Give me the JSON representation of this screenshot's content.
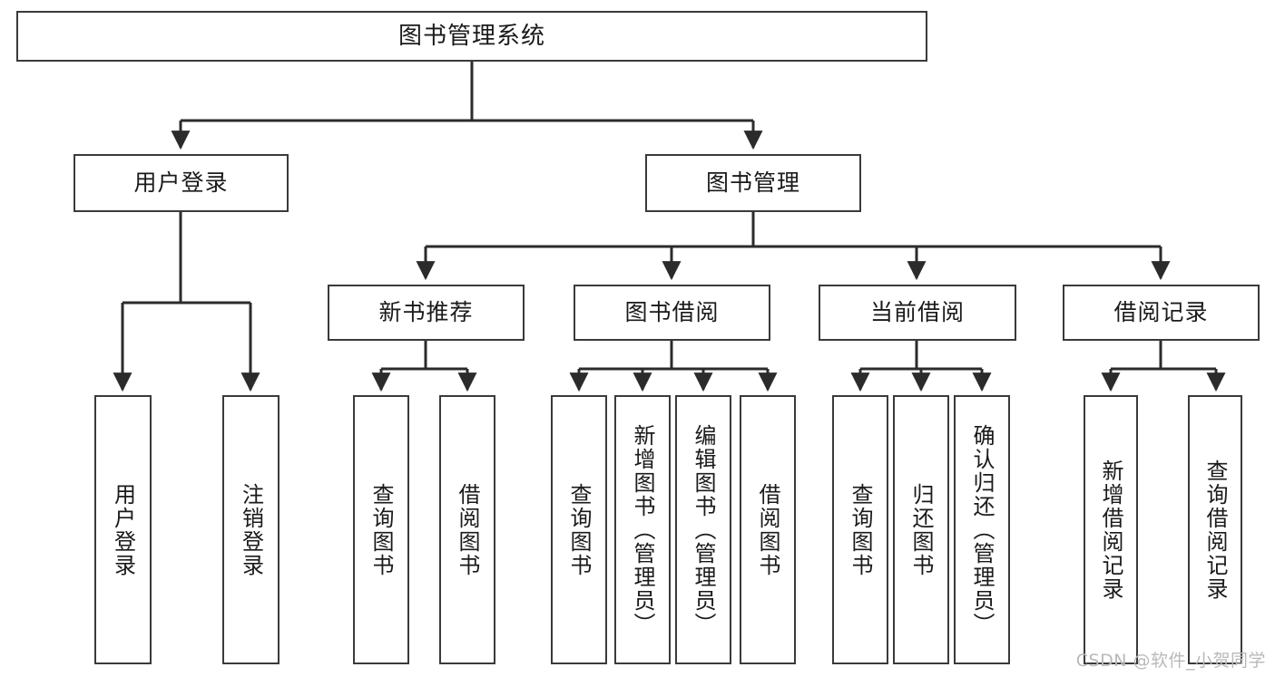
{
  "diagram": {
    "type": "tree-hierarchy",
    "title": "图书管理系统",
    "watermark": "CSDN @软件_小贺同学",
    "colors": {
      "box_border": "#3a3a3a",
      "box_fill": "#ffffff",
      "connector": "#2b2b2b",
      "watermark": "#b9b9b9",
      "background": "#ffffff"
    },
    "nodes": {
      "root": {
        "label": "图书管理系统"
      },
      "level2": [
        {
          "id": "user-login",
          "label": "用户登录"
        },
        {
          "id": "book-manage",
          "label": "图书管理"
        }
      ],
      "level3": [
        {
          "id": "new-book-recommend",
          "label": "新书推荐"
        },
        {
          "id": "book-borrow",
          "label": "图书借阅"
        },
        {
          "id": "current-borrow",
          "label": "当前借阅"
        },
        {
          "id": "borrow-record",
          "label": "借阅记录"
        }
      ],
      "leaves": [
        {
          "id": "leaf-user-login",
          "label": "用户登录",
          "parent": "user-login"
        },
        {
          "id": "leaf-user-logout",
          "label": "注销登录",
          "parent": "user-login"
        },
        {
          "id": "leaf-query-book-1",
          "label": "查询图书",
          "parent": "new-book-recommend"
        },
        {
          "id": "leaf-borrow-book-1",
          "label": "借阅图书",
          "parent": "new-book-recommend"
        },
        {
          "id": "leaf-query-book-2",
          "label": "查询图书",
          "parent": "book-borrow"
        },
        {
          "id": "leaf-add-book",
          "label": "新增图书（管理员）",
          "parent": "book-borrow"
        },
        {
          "id": "leaf-edit-book",
          "label": "编辑图书（管理员）",
          "parent": "book-borrow"
        },
        {
          "id": "leaf-borrow-book-2",
          "label": "借阅图书",
          "parent": "book-borrow"
        },
        {
          "id": "leaf-query-book-3",
          "label": "查询图书",
          "parent": "current-borrow"
        },
        {
          "id": "leaf-return-book",
          "label": "归还图书",
          "parent": "current-borrow"
        },
        {
          "id": "leaf-confirm-return",
          "label": "确认归还（管理员）",
          "parent": "current-borrow"
        },
        {
          "id": "leaf-add-record",
          "label": "新增借阅记录",
          "parent": "borrow-record"
        },
        {
          "id": "leaf-query-record",
          "label": "查询借阅记录",
          "parent": "borrow-record"
        }
      ]
    }
  }
}
